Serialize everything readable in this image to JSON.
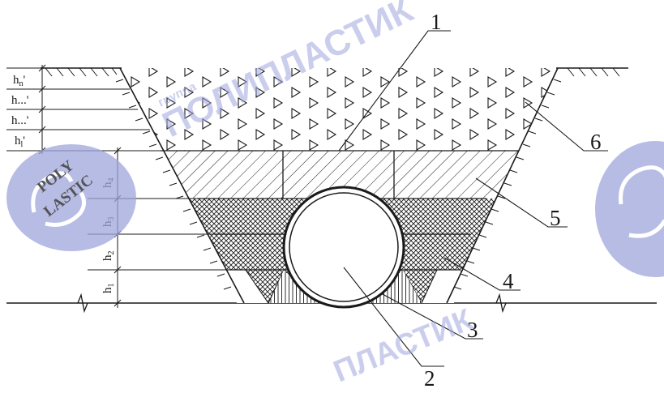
{
  "diagram": {
    "callouts": [
      "1",
      "2",
      "3",
      "4",
      "5",
      "6"
    ],
    "layer_heights_left": [
      {
        "base": "h",
        "sub": "n",
        "mark": "'"
      },
      {
        "base": "h",
        "sub": "...",
        "mark": "'"
      },
      {
        "base": "h",
        "sub": "...",
        "mark": "'"
      },
      {
        "base": "h",
        "sub": "l",
        "mark": "'"
      }
    ],
    "layer_heights_right": [
      {
        "base": "h",
        "sub": "4"
      },
      {
        "base": "h",
        "sub": "3"
      },
      {
        "base": "h",
        "sub": "2"
      },
      {
        "base": "h",
        "sub": "1"
      }
    ]
  },
  "watermark": {
    "text": "ПОЛИПЛАСТИК",
    "small_text": "группа",
    "logo_lines": [
      "POLY",
      "PLASTIC"
    ],
    "color": "#9fa6dc"
  },
  "colors": {
    "line": "#1a1a1a",
    "background": "#ffffff"
  }
}
